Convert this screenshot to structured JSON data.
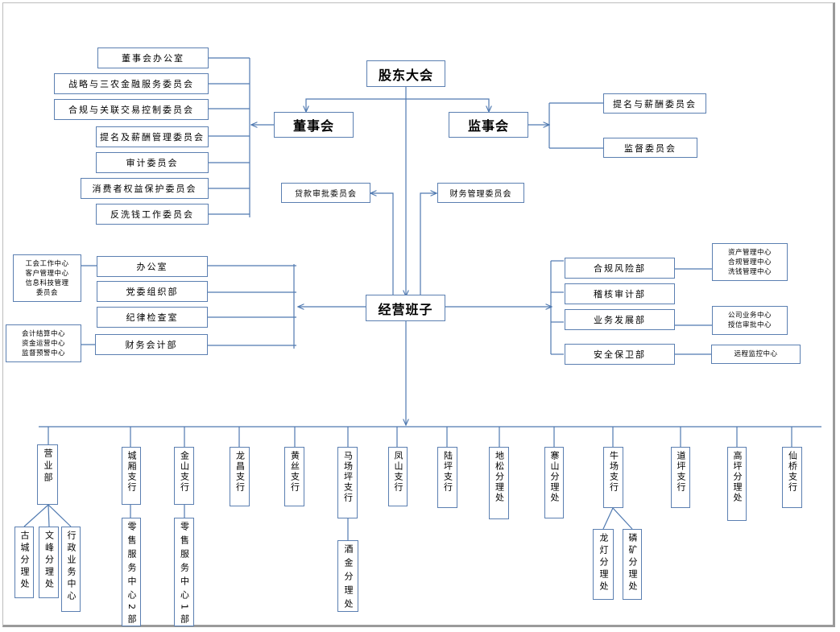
{
  "shareholders": "股东大会",
  "board": "董事会",
  "supervisory": "监事会",
  "management": "经营班子",
  "board_committees": [
    "董事会办公室",
    "战略与三农金融服务委员会",
    "合规与关联交易控制委员会",
    "提名及薪酬管理委员会",
    "审计委员会",
    "消费者权益保护委员会",
    "反洗钱工作委员会"
  ],
  "supervisory_committees": [
    "提名与薪酬委员会",
    "监督委员会"
  ],
  "mgmt_committees": {
    "loan": "贷款审批委员会",
    "finance": "财务管理委员会"
  },
  "left_departments": [
    "办公室",
    "党委组织部",
    "纪律检查室",
    "财务会计部"
  ],
  "left_centers_1": [
    "工会工作中心",
    "客户管理中心",
    "信息科技管理",
    "委员会"
  ],
  "left_centers_2": [
    "会计结算中心",
    "资金运营中心",
    "监督预警中心"
  ],
  "right_departments": [
    "合规风险部",
    "稽核审计部",
    "业务发展部",
    "安全保卫部"
  ],
  "right_centers_1": [
    "资产管理中心",
    "合规管理中心",
    "洗钱管理中心"
  ],
  "right_centers_2": [
    "公司业务中心",
    "授信审批中心"
  ],
  "right_centers_3": [
    "远程监控中心"
  ],
  "branches": [
    "营业部",
    "城厢支行",
    "金山支行",
    "龙昌支行",
    "黄丝支行",
    "马场坪支行",
    "凤山支行",
    "陆坪支行",
    "地松分理处",
    "寨山分理处",
    "牛场支行",
    "道坪支行",
    "高坪分理处",
    "仙桥支行"
  ],
  "sub_branches": {
    "yingye": [
      "古城分理处",
      "文峰分理处",
      "行政业务中心"
    ],
    "chengxiang": [
      "零售服务中心2部"
    ],
    "jinshan": [
      "零售服务中心1部"
    ],
    "machangping": [
      "酒金分理处"
    ],
    "niuchang": [
      "龙灯分理处",
      "磷矿分理处"
    ]
  },
  "colors": {
    "line": "#4f79b0",
    "border": "#5b7fb1"
  }
}
